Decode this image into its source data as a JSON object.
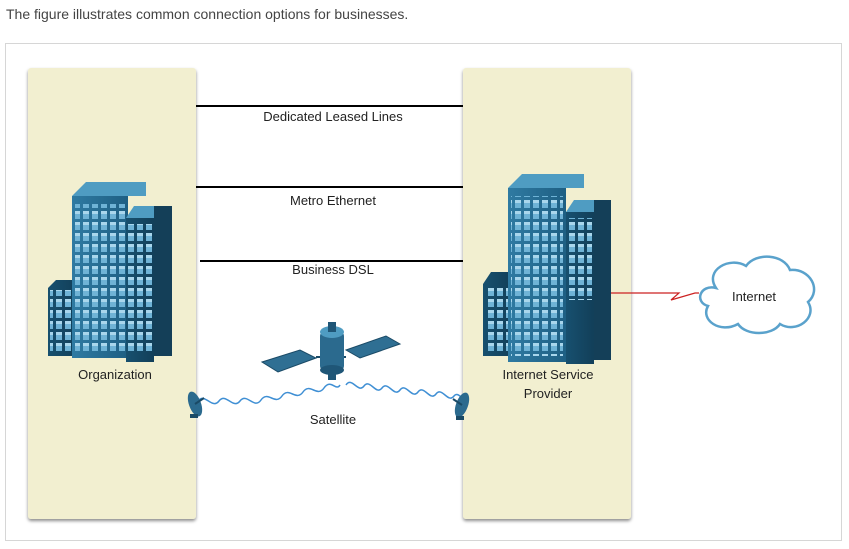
{
  "caption": "The figure illustrates common connection options for businesses.",
  "diagram": {
    "organization_label": "Organization",
    "isp_label_line1": "Internet Service",
    "isp_label_line2": "Provider",
    "internet_label": "Internet",
    "connections": [
      {
        "label": "Dedicated Leased Lines"
      },
      {
        "label": "Metro Ethernet"
      },
      {
        "label": "Business DSL"
      },
      {
        "label": "Satellite"
      }
    ]
  },
  "colors": {
    "panel_fill": "#f2efd0",
    "building_dark": "#1c5a7c",
    "building_light": "#3f88ad",
    "wave": "#3f8fd4",
    "serial_link": "#cc2222",
    "cloud_stroke": "#5aa2cc"
  },
  "icons": [
    "building-icon",
    "satellite-icon",
    "satellite-dish-icon",
    "cloud-icon"
  ]
}
